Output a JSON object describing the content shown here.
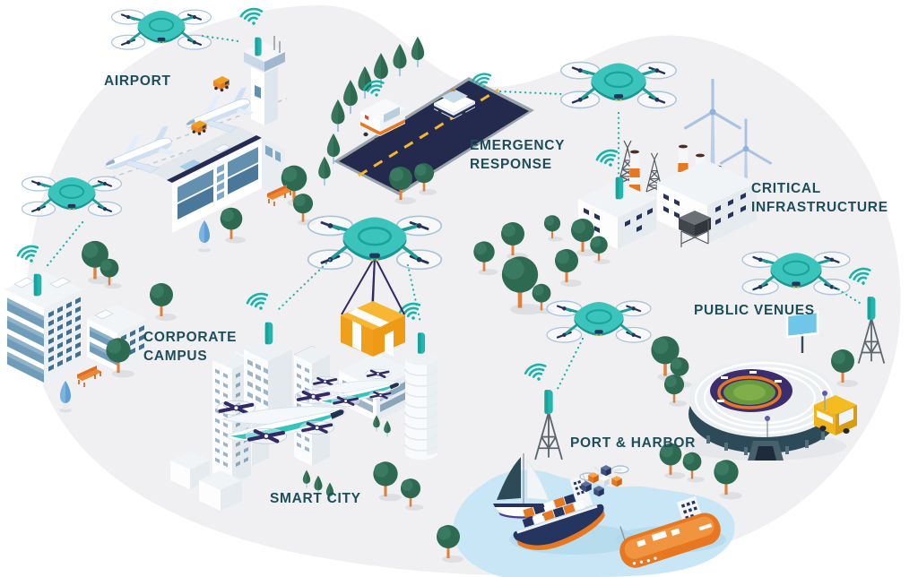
{
  "meta": {
    "alt": "Isometric illustration of drone use cases connected by wireless links"
  },
  "colors": {
    "background": "#ffffff",
    "blob": "#f0f0f2",
    "label_text": "#1d4e5a",
    "drone_teal": "#3ac4bc",
    "link_teal": "#1db5ac",
    "accent_navy": "#26335c",
    "tree_green": "#2e6a52",
    "trunk_orange": "#df813b",
    "package_orange": "#f09f1c",
    "water_blue": "#c8e6f5",
    "ship_orange": "#e87722",
    "bus_yellow": "#f0b41c",
    "road_navy": "#232a4d",
    "road_dash_yellow": "#f5b52e"
  },
  "icons": [
    "drone-icon",
    "wifi-signal-icon",
    "antenna-icon",
    "tripod-antenna-icon"
  ],
  "scenes": [
    {
      "id": "airport",
      "label": "AIRPORT"
    },
    {
      "id": "emergency-response",
      "label": "EMERGENCY RESPONSE"
    },
    {
      "id": "critical-infrastructure",
      "label": "CRITICAL INFRASTRUCTURE"
    },
    {
      "id": "corporate-campus",
      "label": "CORPORATE CAMPUS"
    },
    {
      "id": "smart-city",
      "label": "SMART CITY"
    },
    {
      "id": "public-venues",
      "label": "PUBLIC VENUES"
    },
    {
      "id": "port-harbor",
      "label": "PORT & HARBOR"
    }
  ]
}
